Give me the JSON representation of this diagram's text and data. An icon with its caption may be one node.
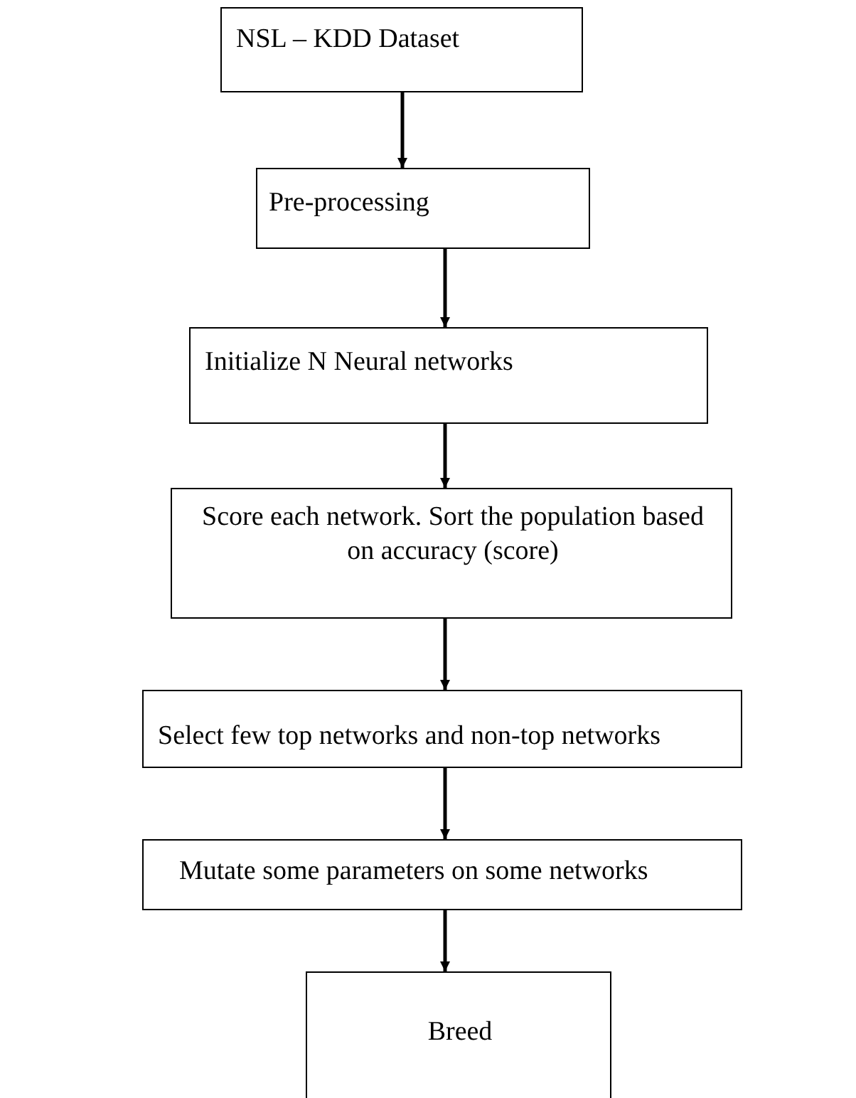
{
  "diagram": {
    "nodes": [
      {
        "text": [
          "NSL – KDD Dataset"
        ]
      },
      {
        "text": [
          "Pre-processing"
        ]
      },
      {
        "text": [
          "Initialize N Neural networks"
        ]
      },
      {
        "text": [
          "Score each network. Sort the population based on accuracy (score)"
        ]
      },
      {
        "text": [
          "Select few top networks and non-top networks"
        ]
      },
      {
        "text": [
          "Mutate some parameters on some networks"
        ]
      },
      {
        "text": [
          "Breed"
        ]
      }
    ],
    "edges": [
      {
        "from": 0,
        "to": 1,
        "arrow": "to"
      },
      {
        "from": 1,
        "to": 2,
        "arrow": "to"
      },
      {
        "from": 2,
        "to": 3,
        "arrow": "to"
      },
      {
        "from": 3,
        "to": 4,
        "arrow": "to"
      },
      {
        "from": 4,
        "to": 5,
        "arrow": "to"
      },
      {
        "from": 5,
        "to": 6,
        "arrow": "to"
      }
    ]
  }
}
